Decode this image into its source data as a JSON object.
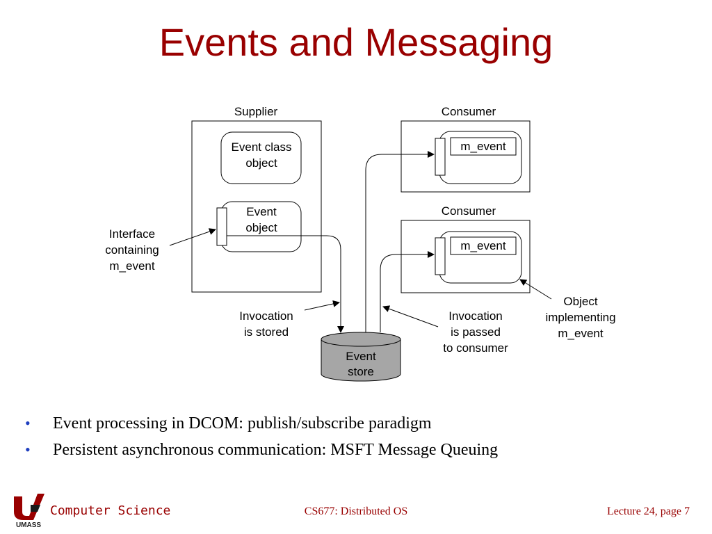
{
  "slide": {
    "title": "Events and Messaging",
    "bullets": [
      "Event processing in DCOM: publish/subscribe paradigm",
      "Persistent asynchronous communication: MSFT Message Queuing"
    ],
    "bullet_glyph": "•"
  },
  "diagram": {
    "supplier_label": "Supplier",
    "consumer_label_1": "Consumer",
    "consumer_label_2": "Consumer",
    "event_class_object": [
      "Event class",
      "object"
    ],
    "event_object": [
      "Event",
      "object"
    ],
    "m_event_1": "m_event",
    "m_event_2": "m_event",
    "event_store": [
      "Event",
      "store"
    ],
    "interface_label": [
      "Interface",
      "containing",
      "m_event"
    ],
    "invocation_stored": [
      "Invocation",
      "is stored"
    ],
    "invocation_passed": [
      "Invocation",
      "is passed",
      "to consumer"
    ],
    "object_implementing": [
      "Object",
      "implementing",
      "m_event"
    ]
  },
  "footer": {
    "department": "Computer Science",
    "logo_text": "UMASS",
    "course": "CS677: Distributed OS",
    "page": "Lecture 24, page 7"
  },
  "colors": {
    "title": "#990000",
    "bullet": "#1f3fbf",
    "store_fill": "#a6a6a6"
  }
}
